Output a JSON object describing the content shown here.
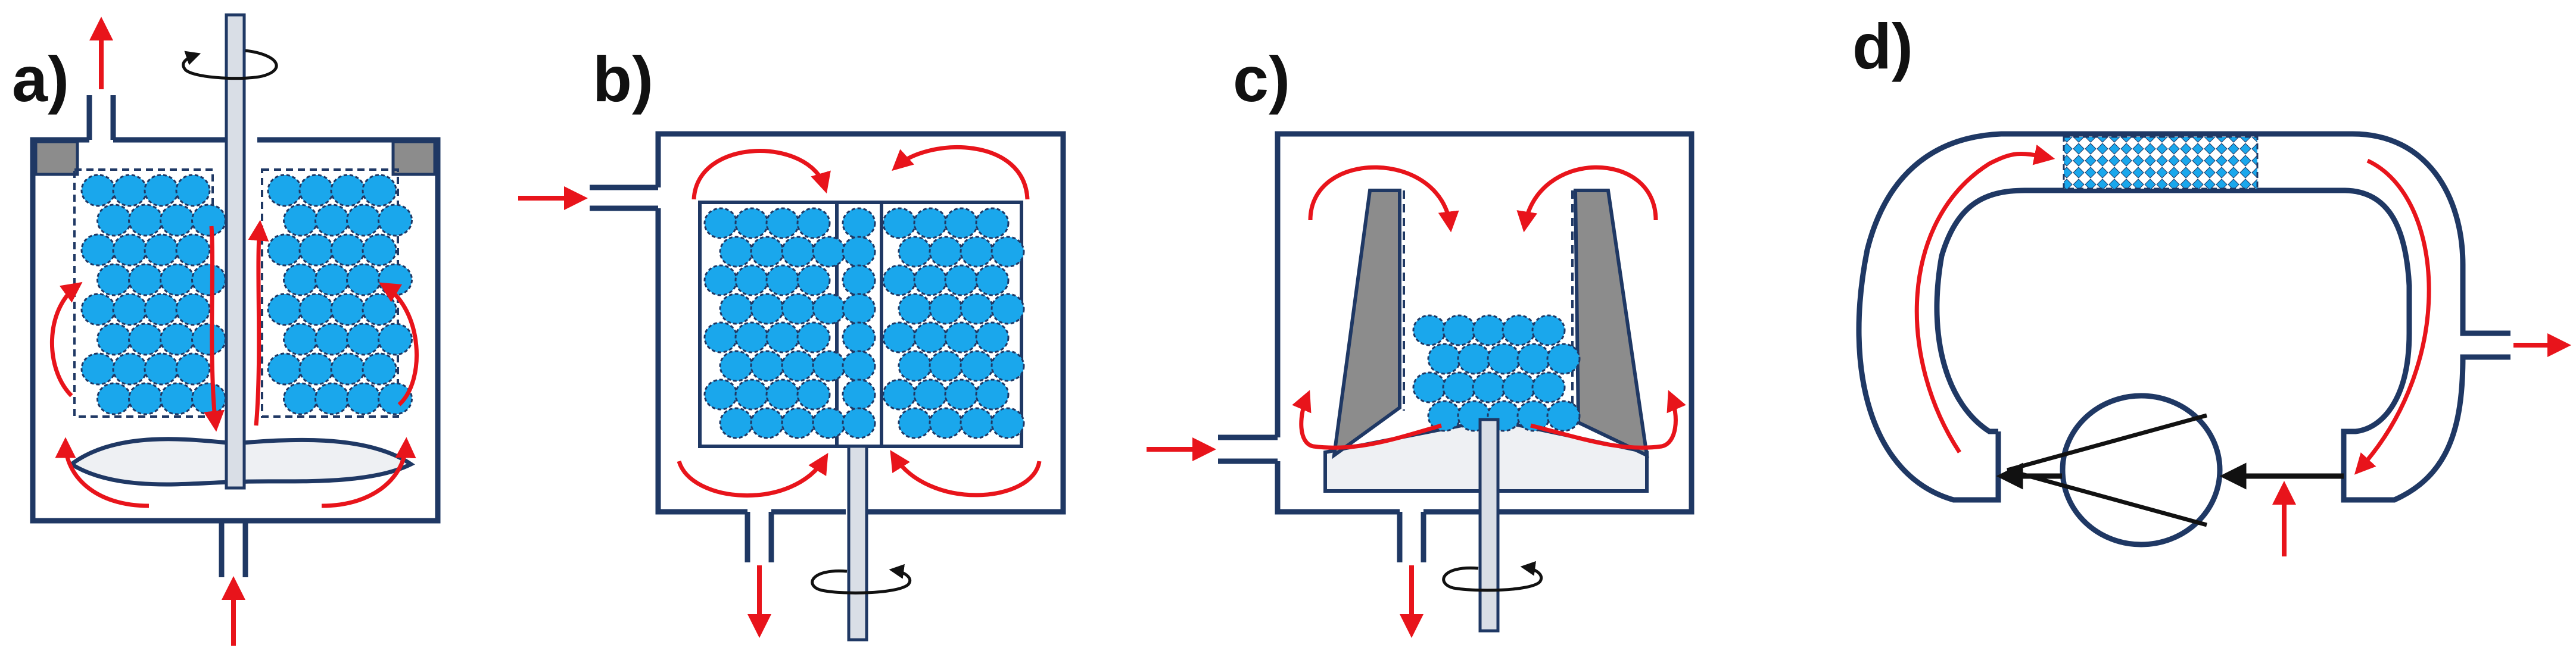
{
  "panels": [
    {
      "id": "a",
      "label": "a)"
    },
    {
      "id": "b",
      "label": "b)"
    },
    {
      "id": "c",
      "label": "c)"
    },
    {
      "id": "d",
      "label": "d)"
    }
  ],
  "colors": {
    "vessel_outline": "#1F3864",
    "bead_fill": "#1AA7EC",
    "bead_stroke": "#1F3864",
    "flow_arrow": "#E8141B",
    "rotation_arrow": "#111111",
    "shaft_fill": "#D9DEE6",
    "baffle_fill": "#8C8C8C",
    "impeller_fill": "#EEF0F3",
    "background": "#FFFFFF"
  },
  "icons": {
    "beads": "packed-bead-icon",
    "flow": "flow-arrow-icon",
    "rotation": "rotation-arrow-icon",
    "pump": "pump-icon"
  }
}
